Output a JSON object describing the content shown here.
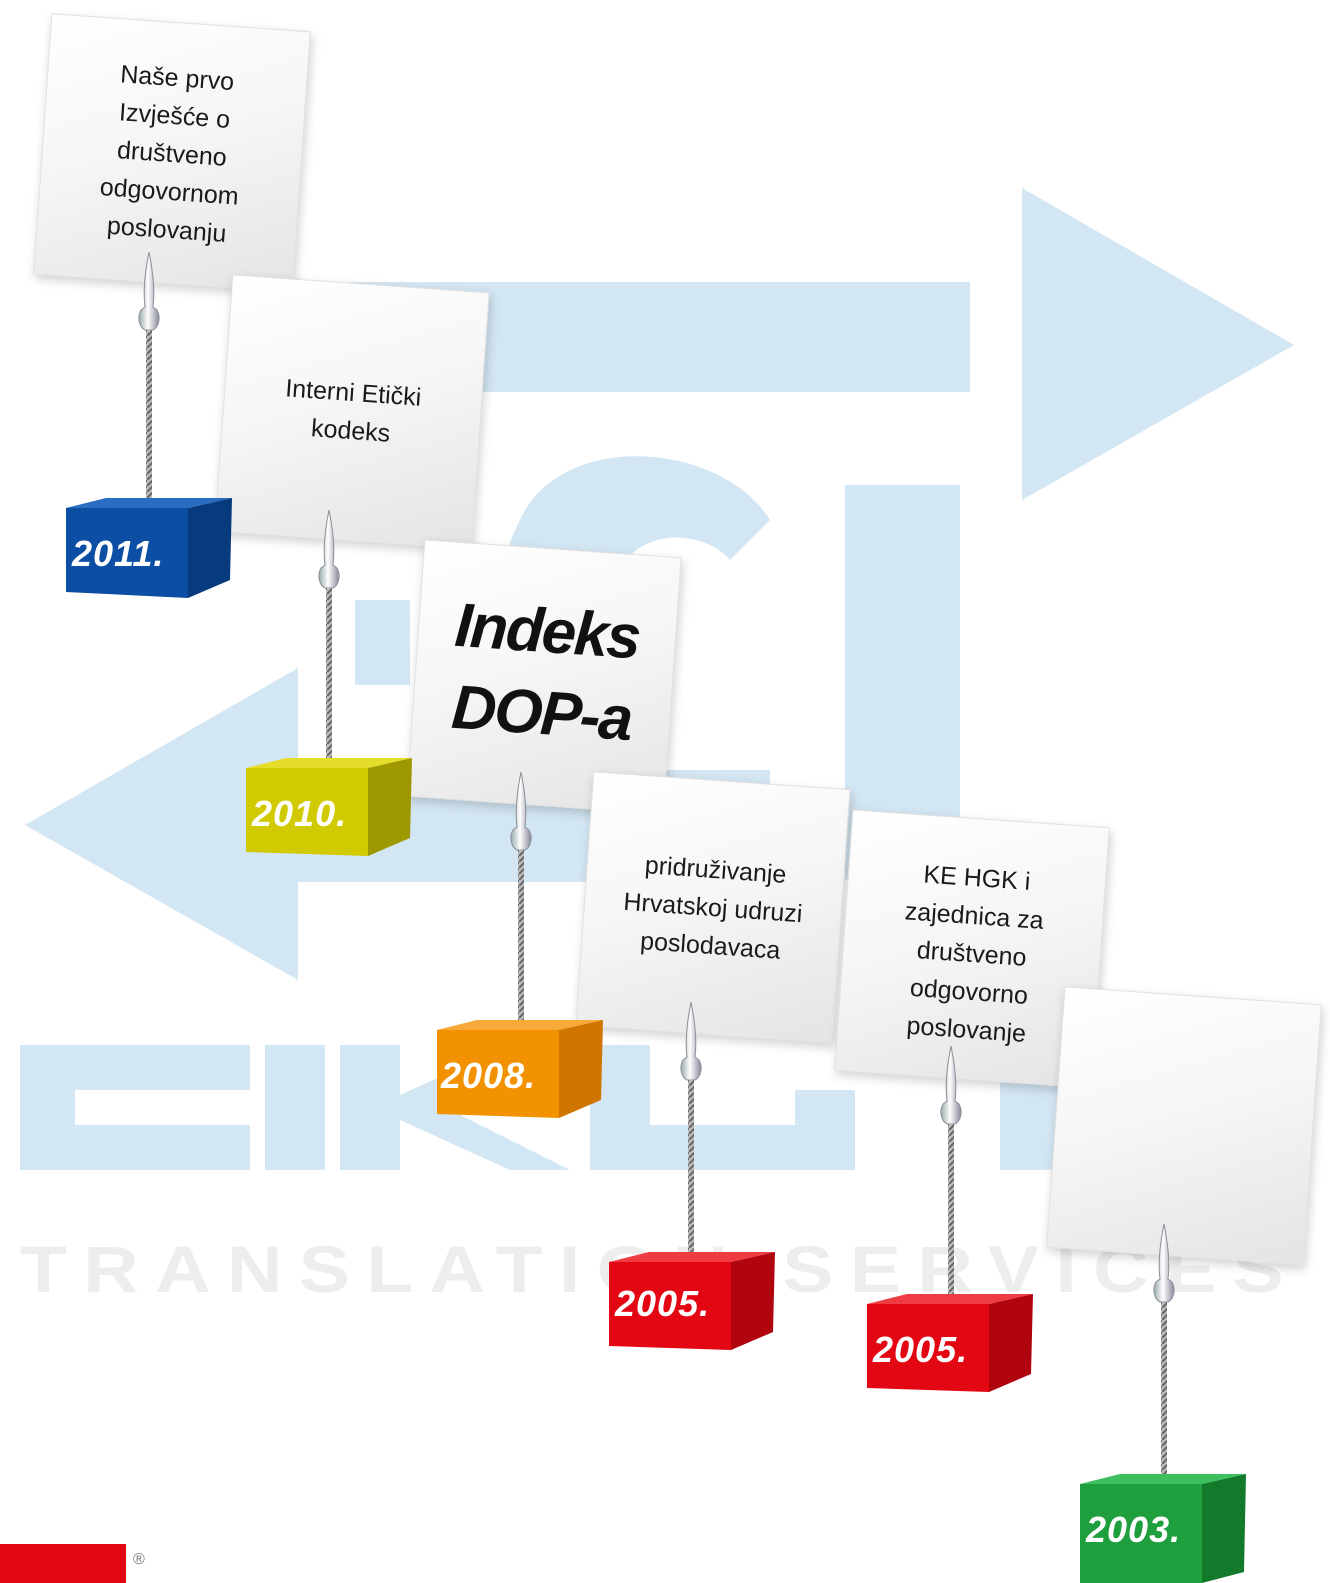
{
  "watermark": {
    "brand": "CIKLOPE",
    "tagline": "TRANSLATION SERVICES",
    "color": "#cfe3f1"
  },
  "milestones": [
    {
      "year": "2011.",
      "text": "Naše prvo Izvješće o društveno odgovornom poslovanju",
      "color": "#0b4ea3"
    },
    {
      "year": "2010.",
      "text": "Interni Etički kodeks",
      "color": "#d4cc00"
    },
    {
      "year": "2008.",
      "text": "Indeks DOP-a",
      "color": "#f39200"
    },
    {
      "year": "2005.",
      "text": "pridruživanje Hrvatskoj udruzi poslodavaca",
      "color": "#e30613"
    },
    {
      "year": "2005.",
      "text": "KE HGK i zajednica za društveno odgovorno poslovanje",
      "color": "#e30613"
    },
    {
      "year": "2003.",
      "text": "",
      "color": "#1e9e3c"
    }
  ],
  "footer": {
    "registered": "®",
    "logo_color": "#e30613"
  }
}
